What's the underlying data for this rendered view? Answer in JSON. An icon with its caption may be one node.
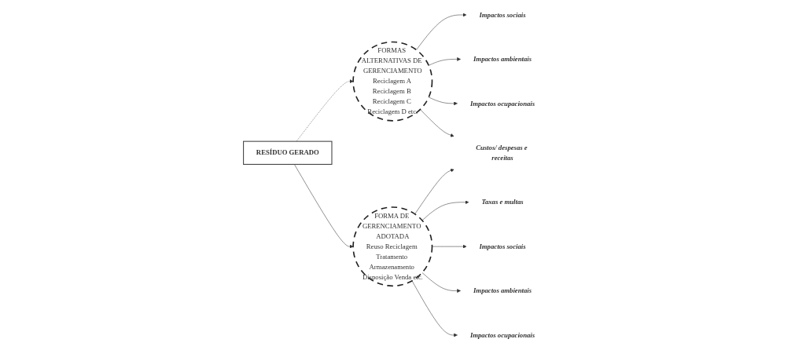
{
  "diagram": {
    "nodes": [
      {
        "text": [
          "FORMAS ALTERNATIVAS DE GERENCIAMENTO",
          "Reciclagem A Reciclagem B Reciclagem C Reciclagem D etc."
        ]
      },
      {
        "text": [
          "RESÍDUO GERADO"
        ]
      },
      {
        "text": [
          "FORMA DE GERENCIAMENTO ADOTADA",
          "Reuso Reciclagem Tratamento Armazenamento Disposição Venda etc."
        ]
      },
      {
        "text": [
          "Impactos sociais"
        ]
      },
      {
        "text": [
          "Impactos ambientais"
        ]
      },
      {
        "text": [
          "Impactos ocupacionais"
        ]
      },
      {
        "text": [
          "Custos/ despesas e receitas"
        ]
      },
      {
        "text": [
          "Taxas e multas"
        ]
      },
      {
        "text": [
          "Impactos sociais"
        ]
      },
      {
        "text": [
          "Impactos ambientais"
        ]
      },
      {
        "text": [
          "Impactos ocupacionais"
        ]
      }
    ],
    "edges": [
      {
        "from": 1,
        "to": 0,
        "arrow": "to",
        "style": "dashed"
      },
      {
        "from": 1,
        "to": 2,
        "arrow": "to"
      },
      {
        "from": 0,
        "to": 3,
        "arrow": "to"
      },
      {
        "from": 0,
        "to": 4,
        "arrow": "to"
      },
      {
        "from": 0,
        "to": 5,
        "arrow": "to"
      },
      {
        "from": 0,
        "to": 6,
        "arrow": "to"
      },
      {
        "from": 2,
        "to": 6,
        "arrow": "to"
      },
      {
        "from": 2,
        "to": 7,
        "arrow": "to"
      },
      {
        "from": 2,
        "to": 8,
        "arrow": "to"
      },
      {
        "from": 2,
        "to": 9,
        "arrow": "to"
      },
      {
        "from": 2,
        "to": 10,
        "arrow": "to"
      }
    ]
  }
}
